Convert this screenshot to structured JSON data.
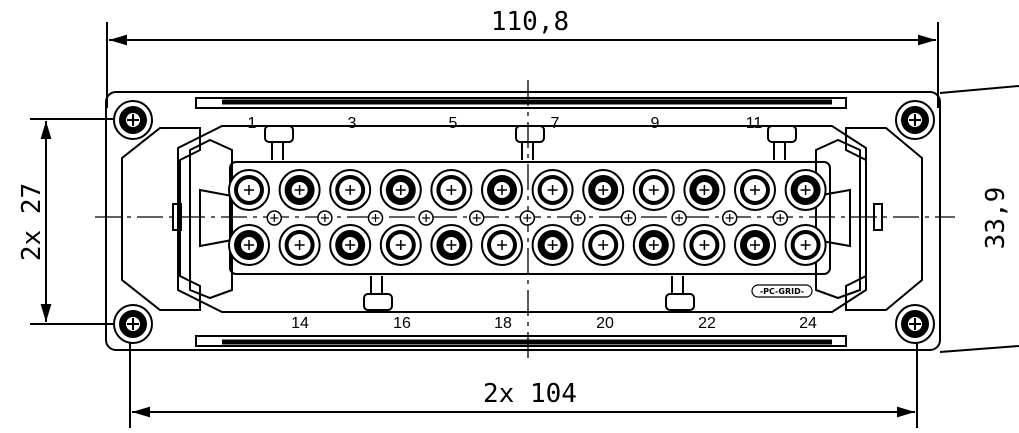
{
  "dimensions": {
    "overall_width": "110,8",
    "fixing_width": "2x 104",
    "fixing_height": "2x 27",
    "overall_height": "33,9"
  },
  "pin_labels_top": [
    "1",
    "3",
    "5",
    "7",
    "9",
    "11"
  ],
  "pin_labels_bottom": [
    "14",
    "16",
    "18",
    "20",
    "22",
    "24"
  ],
  "logo_text": "-PC-GRID-",
  "colors": {
    "line": "#000000",
    "background": "#ffffff"
  }
}
